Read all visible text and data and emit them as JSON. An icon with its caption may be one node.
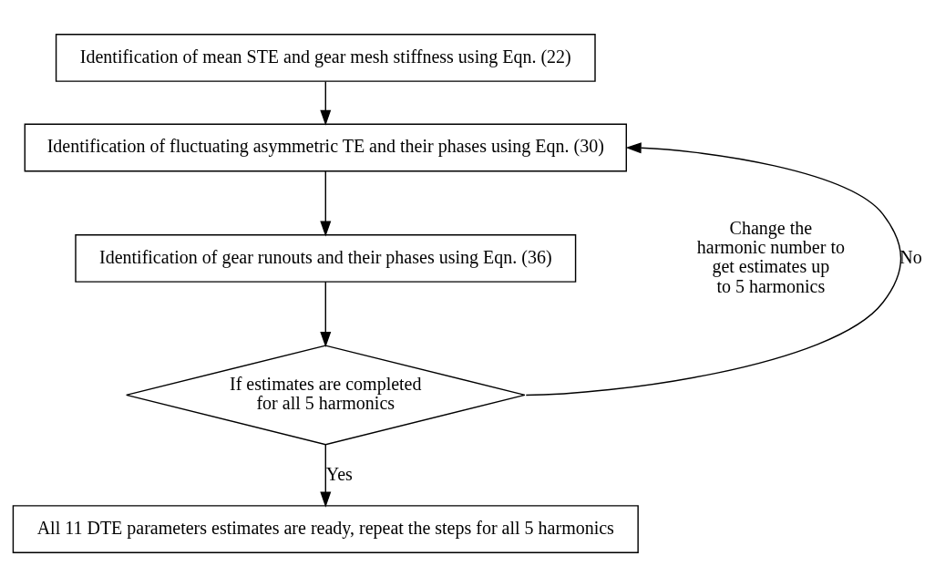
{
  "diagram": {
    "nodes": [
      {
        "text": [
          "Identification of mean STE and gear mesh stiffness using Eqn. (22)"
        ]
      },
      {
        "text": [
          "Identification of fluctuating asymmetric TE and their phases using Eqn. (30)"
        ]
      },
      {
        "text": [
          "Identification of gear runouts and their phases using Eqn. (36)"
        ]
      },
      {
        "text": [
          "If estimates are completed for all 5 harmonics"
        ]
      },
      {
        "text": [
          "All 11 DTE parameters estimates are ready, repeat the steps for all 5 harmonics"
        ]
      }
    ],
    "edges": [
      {
        "from": 0,
        "to": 1,
        "arrow": "to"
      },
      {
        "from": 1,
        "to": 2,
        "arrow": "to"
      },
      {
        "from": 2,
        "to": 3,
        "arrow": "to"
      },
      {
        "from": 3,
        "to": 4,
        "label": "Yes",
        "arrow": "to"
      },
      {
        "from": 3,
        "to": 1,
        "label": "No",
        "arrow": "to"
      }
    ],
    "labels": [
      "Change the harmonic number to get estimates up to 5 harmonics"
    ]
  }
}
